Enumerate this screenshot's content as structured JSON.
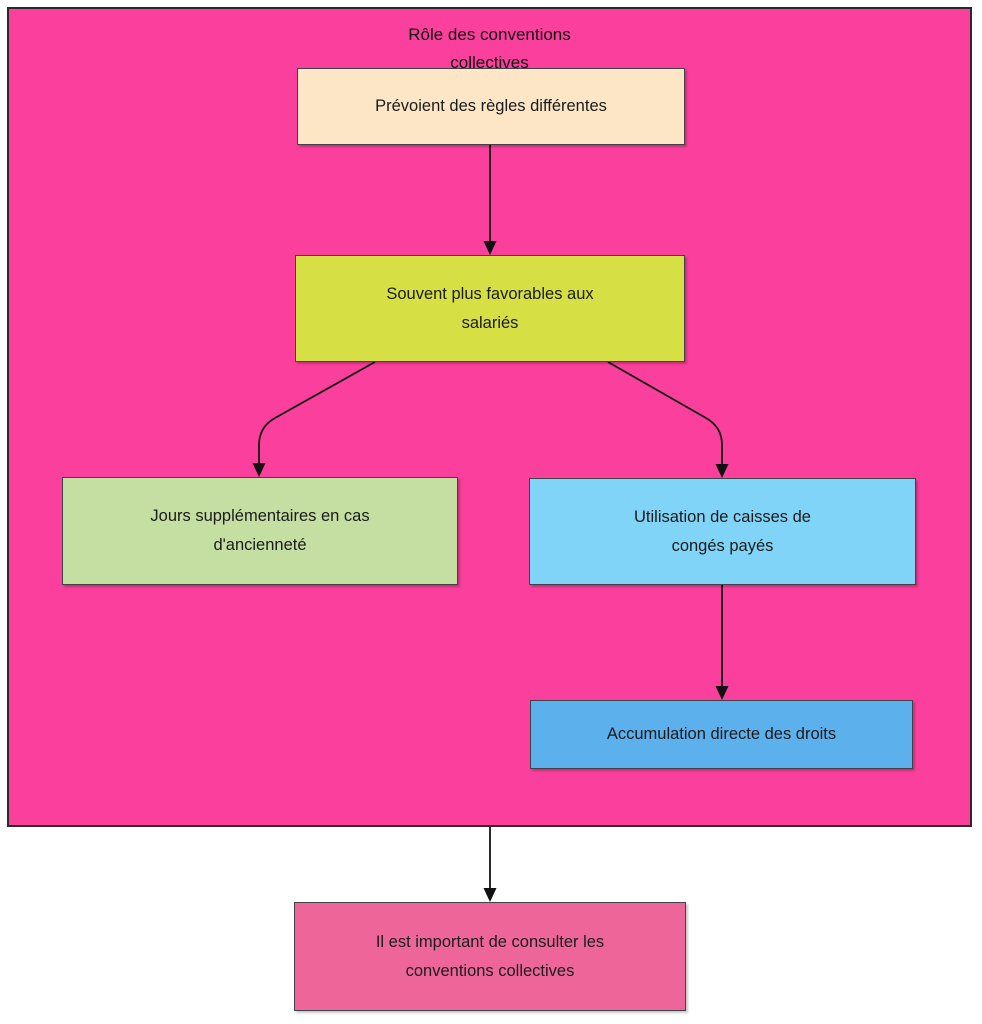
{
  "diagram": {
    "type": "flowchart",
    "direction": "top-down",
    "background": "#ffffff",
    "container": {
      "title": "Rôle des conventions\ncollectives",
      "fill": "#fb3f9c",
      "border": "#2a2a2a"
    },
    "nodes": [
      {
        "id": "regles",
        "label": "Prévoient des règles différentes",
        "fill": "#fce6c6",
        "border": "#3f4349"
      },
      {
        "id": "favorables",
        "label": "Souvent plus favorables aux\nsalariés",
        "fill": "#d6df43",
        "border": "#3f4349"
      },
      {
        "id": "jours",
        "label": "Jours supplémentaires en cas\nd'ancienneté",
        "fill": "#c5dfa2",
        "border": "#3f4349"
      },
      {
        "id": "caisses",
        "label": "Utilisation de caisses de\ncongés payés",
        "fill": "#7fd4f7",
        "border": "#3f4349"
      },
      {
        "id": "accumulation",
        "label": "Accumulation directe des droits",
        "fill": "#5cb0ec",
        "border": "#3f4349"
      },
      {
        "id": "consulter",
        "label": "Il est important de consulter les\nconventions collectives",
        "fill": "#ee6699",
        "border": "#3f4349"
      }
    ],
    "edges": [
      {
        "from": "regles",
        "to": "favorables",
        "label": ""
      },
      {
        "from": "favorables",
        "to": "jours",
        "label": ""
      },
      {
        "from": "favorables",
        "to": "caisses",
        "label": ""
      },
      {
        "from": "caisses",
        "to": "accumulation",
        "label": ""
      },
      {
        "from": "container",
        "to": "consulter",
        "label": ""
      }
    ],
    "edge_color": "#111111"
  }
}
